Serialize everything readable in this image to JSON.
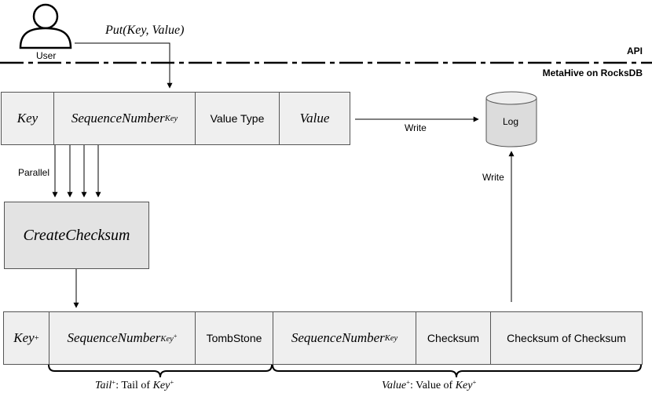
{
  "actor": {
    "label": "User",
    "call": "Put(Key, Value)"
  },
  "layers": {
    "top": "API",
    "bottom": "MetaHive on RocksDB"
  },
  "input_record": {
    "key": "Key",
    "seq": "SequenceNumber",
    "seq_sub": "Key",
    "value_type": "Value Type",
    "value": "Value"
  },
  "log": {
    "label": "Log",
    "write_label_1": "Write",
    "write_label_2": "Write"
  },
  "parallel_label": "Parallel",
  "checksum_box": "CreateChecksum",
  "output_record": {
    "key": "Key",
    "key_sup": "+",
    "seq": "SequenceNumber",
    "seq_sub": "Key",
    "seq_sub_sup": "+",
    "tombstone": "TombStone",
    "seq2": "SequenceNumber",
    "seq2_sub": "Key",
    "checksum": "Checksum",
    "checksum_of_checksum": "Checksum of Checksum"
  },
  "braces": {
    "tail_prefix": "Tail",
    "tail_sup": "+",
    "tail_text": ": Tail of ",
    "tail_key": "Key",
    "tail_key_sup": "+",
    "value_prefix": "Value",
    "value_sup": "+",
    "value_text": ": Value of ",
    "value_key": "Key",
    "value_key_sup": "+"
  }
}
